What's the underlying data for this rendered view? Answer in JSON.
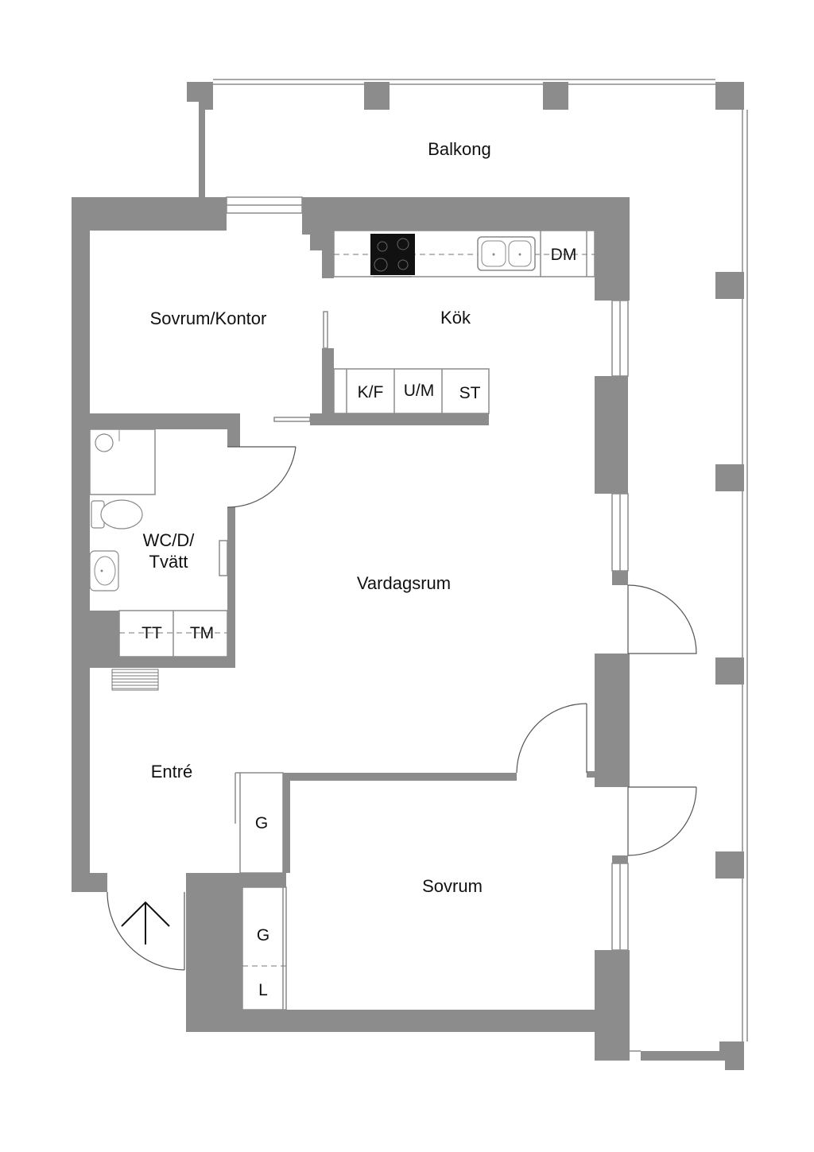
{
  "rooms": {
    "balkong": "Balkong",
    "sovrum_kontor": "Sovrum/Kontor",
    "kok": "Kök",
    "wc_line1": "WC/D/",
    "wc_line2": "Tvätt",
    "vardagsrum": "Vardagsrum",
    "entre": "Entré",
    "sovrum": "Sovrum"
  },
  "labels": {
    "dm": "DM",
    "kf": "K/F",
    "um": "U/M",
    "st": "ST",
    "tt": "TT",
    "tm": "TM",
    "g1": "G",
    "g2": "G",
    "l": "L"
  },
  "colors": {
    "wall": "#8c8c8c",
    "background": "#ffffff",
    "stove": "#111111"
  }
}
